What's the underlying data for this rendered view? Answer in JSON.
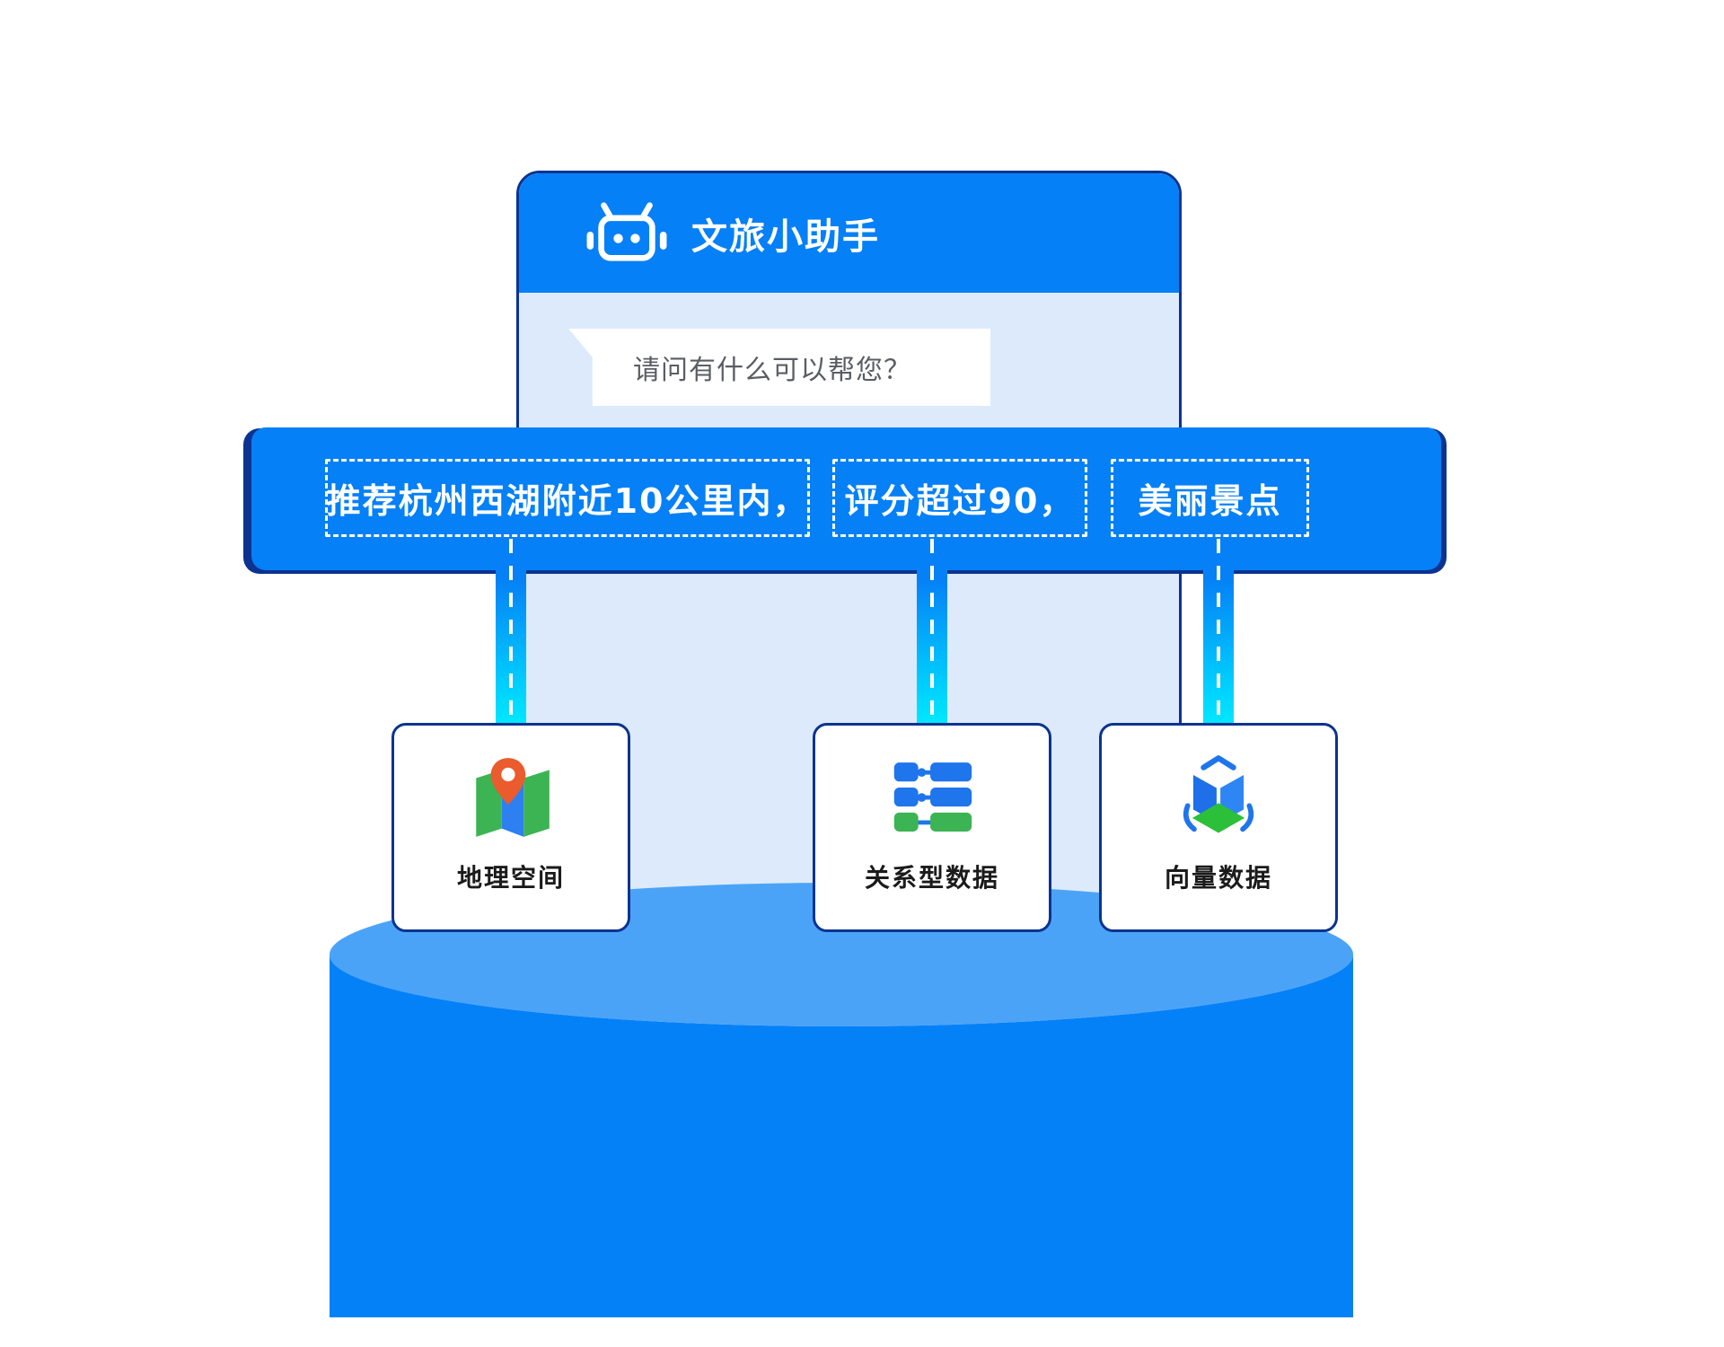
{
  "assistant": {
    "icon": "robot-icon",
    "title": "文旅小助手",
    "bubble_text": "请问有什么可以帮您？"
  },
  "query": {
    "segments": [
      {
        "text": "推荐杭州西湖附近10公里内，"
      },
      {
        "text": "评分超过90，"
      },
      {
        "text": "美丽景点"
      }
    ]
  },
  "cards": [
    {
      "label": "地理空间",
      "icon": "map-location-icon"
    },
    {
      "label": "关系型数据",
      "icon": "relational-table-icon"
    },
    {
      "label": "向量数据",
      "icon": "vector-cube-icon"
    }
  ],
  "colors": {
    "accent_blue": "#0580F6",
    "navy_border": "#0C3390",
    "panel_light_blue": "#DCEAFB",
    "connector_cyan": "#00E8FF",
    "cylinder_top_blue": "#4BA3F8",
    "cylinder_body_blue": "#0581F8",
    "icon_green": "#3CB454",
    "icon_blue": "#2E7FF0",
    "pin_orange": "#EA5B2D",
    "bubble_text_gray": "#5A5E63"
  }
}
